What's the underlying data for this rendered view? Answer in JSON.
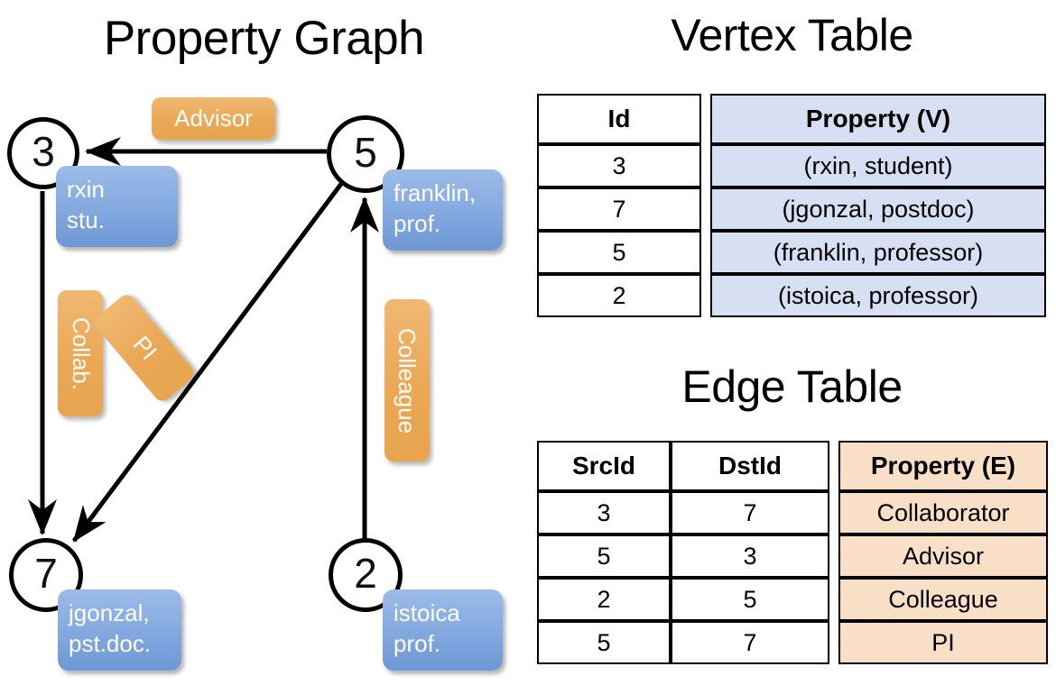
{
  "titles": {
    "property_graph": "Property Graph",
    "vertex_table": "Vertex Table",
    "edge_table": "Edge Table"
  },
  "colors": {
    "vertex_property_fill": "#d6e0f2",
    "edge_property_fill": "#f8dfc6",
    "vertex_box_blue": "#89aee2",
    "edge_label_orange": "#eaa855",
    "stroke": "#000000"
  },
  "graph": {
    "vertices": [
      {
        "id": "3",
        "prop_line1": "rxin",
        "prop_line2": "stu."
      },
      {
        "id": "5",
        "prop_line1": "franklin,",
        "prop_line2": "prof."
      },
      {
        "id": "7",
        "prop_line1": "jgonzal,",
        "prop_line2": "pst.doc."
      },
      {
        "id": "2",
        "prop_line1": "istoica",
        "prop_line2": "prof."
      }
    ],
    "edge_labels": [
      {
        "key": "advisor",
        "text": "Advisor"
      },
      {
        "key": "collab",
        "text": "Collab."
      },
      {
        "key": "pi",
        "text": "PI"
      },
      {
        "key": "colleague",
        "text": "Colleague"
      }
    ]
  },
  "vertex_table": {
    "headers": [
      "Id",
      "Property (V)"
    ],
    "rows": [
      {
        "id": "3",
        "property": "(rxin, student)"
      },
      {
        "id": "7",
        "property": "(jgonzal, postdoc)"
      },
      {
        "id": "5",
        "property": "(franklin, professor)"
      },
      {
        "id": "2",
        "property": "(istoica, professor)"
      }
    ]
  },
  "edge_table": {
    "headers": [
      "SrcId",
      "DstId",
      "Property (E)"
    ],
    "rows": [
      {
        "src": "3",
        "dst": "7",
        "property": "Collaborator"
      },
      {
        "src": "5",
        "dst": "3",
        "property": "Advisor"
      },
      {
        "src": "2",
        "dst": "5",
        "property": "Colleague"
      },
      {
        "src": "5",
        "dst": "7",
        "property": "PI"
      }
    ]
  }
}
